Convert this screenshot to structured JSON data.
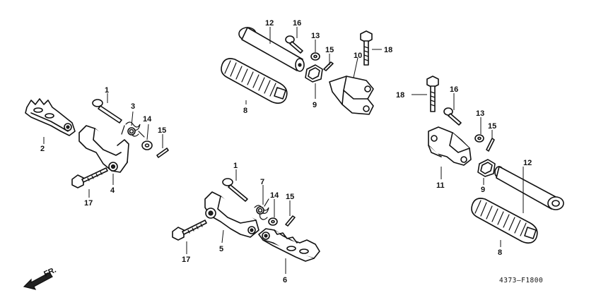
{
  "drawing_code": "4373–F1800",
  "direction_label": "FR.",
  "callouts": {
    "left": {
      "c1": "1",
      "c2": "2",
      "c3": "3",
      "c4": "4",
      "c14": "14",
      "c15": "15",
      "c17": "17"
    },
    "top": {
      "c12": "12",
      "c16": "16",
      "c13": "13",
      "c18": "18",
      "c10": "10",
      "c15": "15",
      "c8": "8",
      "c9": "9"
    },
    "center": {
      "c1": "1",
      "c7": "7",
      "c14": "14",
      "c15": "15",
      "c5": "5",
      "c17": "17",
      "c6": "6"
    },
    "right": {
      "c18": "18",
      "c16": "16",
      "c13": "13",
      "c15": "15",
      "c11": "11",
      "c9": "9",
      "c12": "12",
      "c8": "8"
    }
  }
}
